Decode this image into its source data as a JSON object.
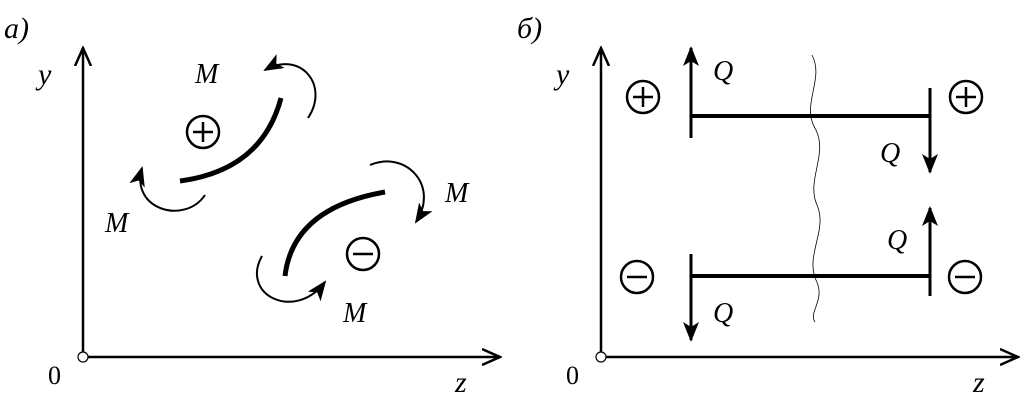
{
  "panel_a": {
    "label": "а)",
    "y_axis": "y",
    "z_axis": "z",
    "origin": "0",
    "moment_label": "M",
    "plus_sign": "+",
    "minus_sign": "−"
  },
  "panel_b": {
    "label": "б)",
    "y_axis": "y",
    "z_axis": "z",
    "origin": "0",
    "force_label": "Q",
    "plus_sign": "+",
    "minus_sign": "−"
  }
}
